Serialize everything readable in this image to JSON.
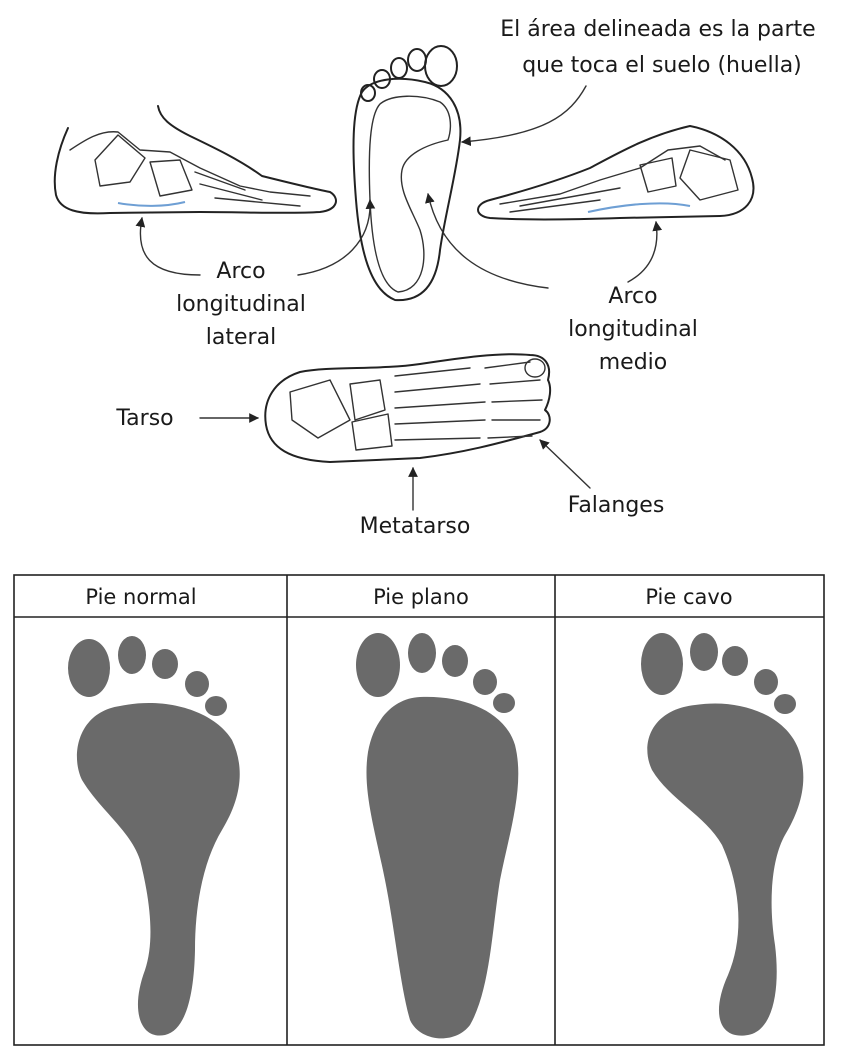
{
  "labels": {
    "callout_line1": "El área delineada es la parte",
    "callout_line2": "que toca el suelo (huella)",
    "lateral_line1": "Arco",
    "lateral_line2": "longitudinal",
    "lateral_line3": "lateral",
    "medial_line1": "Arco",
    "medial_line2": "longitudinal",
    "medial_line3": "medio",
    "tarsus": "Tarso",
    "metatarsus": "Metatarso",
    "phalanges": "Falanges"
  },
  "table": {
    "headers": [
      "Pie normal",
      "Pie plano",
      "Pie cavo"
    ]
  },
  "colors": {
    "ink": "#222222",
    "footprint": "#6a6a6a",
    "arch_highlight": "#6e9fd4"
  }
}
